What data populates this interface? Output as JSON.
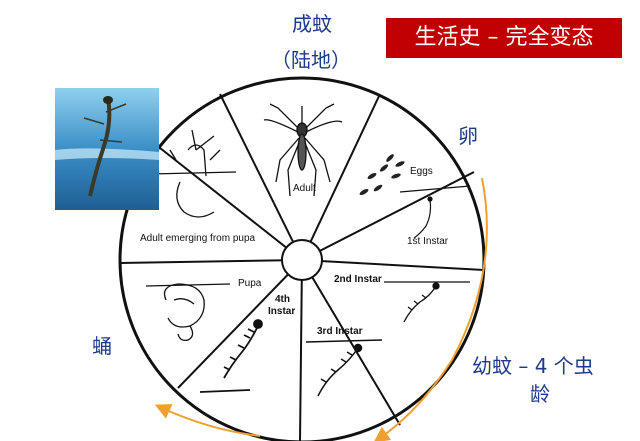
{
  "title_banner": "生活史 – 完全变态",
  "stage_labels": {
    "adult_line1": "成蚊",
    "adult_line2": "（陆地）",
    "egg": "卵",
    "pupa": "蛹",
    "larva_line1": "幼蚊 – 4 个虫",
    "larva_line2": "龄"
  },
  "wedges": {
    "adult": "Adult",
    "eggs": "Eggs",
    "instar1": "1st Instar",
    "instar2": "2nd Instar",
    "instar3": "3rd Instar",
    "instar4_line1": "4th",
    "instar4_line2": "Instar",
    "pupa": "Pupa",
    "emerging": "Adult emerging from pupa"
  },
  "colors": {
    "label_blue": "#1f3a8a",
    "banner_red": "#c00000",
    "arrow_orange": "#f0a030",
    "photo_blue": "#3b8fc7"
  }
}
